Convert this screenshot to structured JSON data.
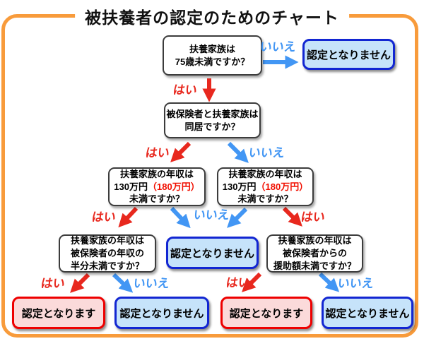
{
  "title": "被扶養者の認定のためのチャート",
  "labels": {
    "yes": "はい",
    "no": "いいえ"
  },
  "questions": {
    "q1": {
      "lines": [
        "扶養家族は",
        "75歳未満ですか？"
      ]
    },
    "q2": {
      "lines": [
        "被保険者と扶養家族は",
        "同居ですか？"
      ]
    },
    "q3": {
      "line1": "扶養家族の年収は",
      "amount": "130万円",
      "amount_note": "（180万円）",
      "line3": "未満ですか？"
    },
    "q4": {
      "line1": "扶養家族の年収は",
      "amount": "130万円",
      "amount_note": "（180万円）",
      "line3": "未満ですか？"
    },
    "q5": {
      "lines": [
        "扶養家族の年収は",
        "被保険者の年収の",
        "半分未満ですか？"
      ]
    },
    "q6": {
      "lines": [
        "扶養家族の年収は",
        "被保険者からの",
        "援助額未満ですか？"
      ]
    }
  },
  "results": {
    "approve": "認定となります",
    "deny": "認定となりません"
  },
  "colors": {
    "frame": "#F89B3B",
    "yes_red": "#E8281E",
    "no_blue": "#4296F4",
    "approve_bg": "#FBDADA",
    "approve_border": "#EE0000",
    "deny_bg": "#C6E3FA",
    "deny_border": "#1226D2",
    "note_red": "#F10F00"
  }
}
